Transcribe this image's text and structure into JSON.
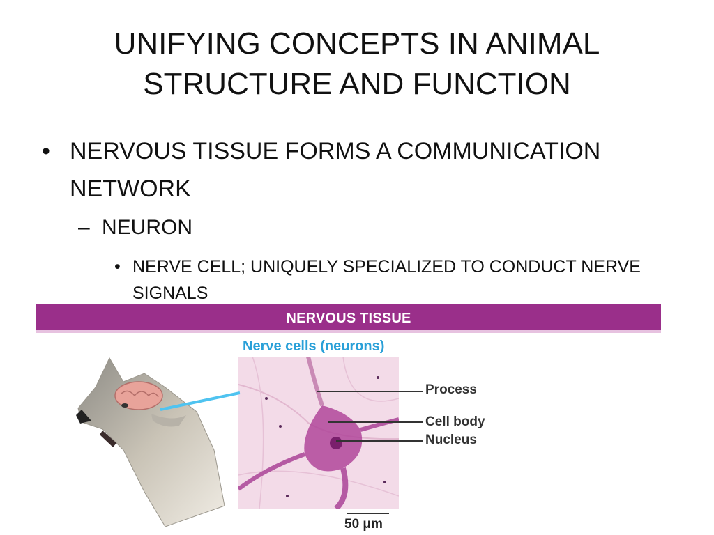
{
  "slide": {
    "title_lines": [
      "UNIFYING CONCEPTS IN ANIMAL",
      "STRUCTURE AND FUNCTION"
    ],
    "bullets": {
      "level1": {
        "mark": "•",
        "text": "NERVOUS TISSUE FORMS A COMMUNICATION NETWORK"
      },
      "level2": {
        "mark": "–",
        "text": "NEURON"
      },
      "level3": {
        "mark": "•",
        "text": "NERVE CELL; UNIQUELY SPECIALIZED TO CONDUCT NERVE SIGNALS"
      }
    }
  },
  "figure": {
    "banner": "NERVOUS TISSUE",
    "subtitle": "Nerve cells (neurons)",
    "labels": {
      "process": "Process",
      "cell_body": "Cell body",
      "nucleus": "Nucleus"
    },
    "scale_label": "50 μm",
    "colors": {
      "banner": "#9a2f8a",
      "subtitle": "#2aa0d8",
      "tissue_background": "#f3dbe8",
      "neuron": "#b0469a",
      "pointer_line": "#4fc3f0"
    }
  }
}
